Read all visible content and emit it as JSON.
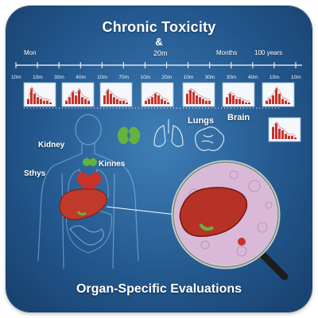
{
  "title": "Chronic Toxicity",
  "subtitle_amp": "&",
  "subtitle_value": "20m",
  "timeline": {
    "left_label": "Mon",
    "right_label_months": "Months",
    "right_label_years": "100 years",
    "ticks": [
      "10m",
      "10m",
      "30m",
      "40m",
      "10m",
      "70m",
      "10m",
      "20m",
      "10m",
      "30m",
      "30m",
      "40m",
      "10m",
      "10m"
    ]
  },
  "organ_labels": {
    "lungs": "Lungs",
    "brain": "Brain",
    "kidney": "Kidney",
    "kinnes": "Kinnes",
    "sthys": "Sthys"
  },
  "footer": "Organ-Specific Evaluations",
  "colors": {
    "background": "#24598f",
    "accent_red": "#c8322b",
    "panel_bg": "#f4f7fb",
    "organ_green": "#63b33d"
  },
  "icons": [
    "kidney-icon",
    "lungs-icon",
    "brain-icon",
    "liver-icon",
    "magnifying-glass-icon",
    "human-body-silhouette"
  ]
}
